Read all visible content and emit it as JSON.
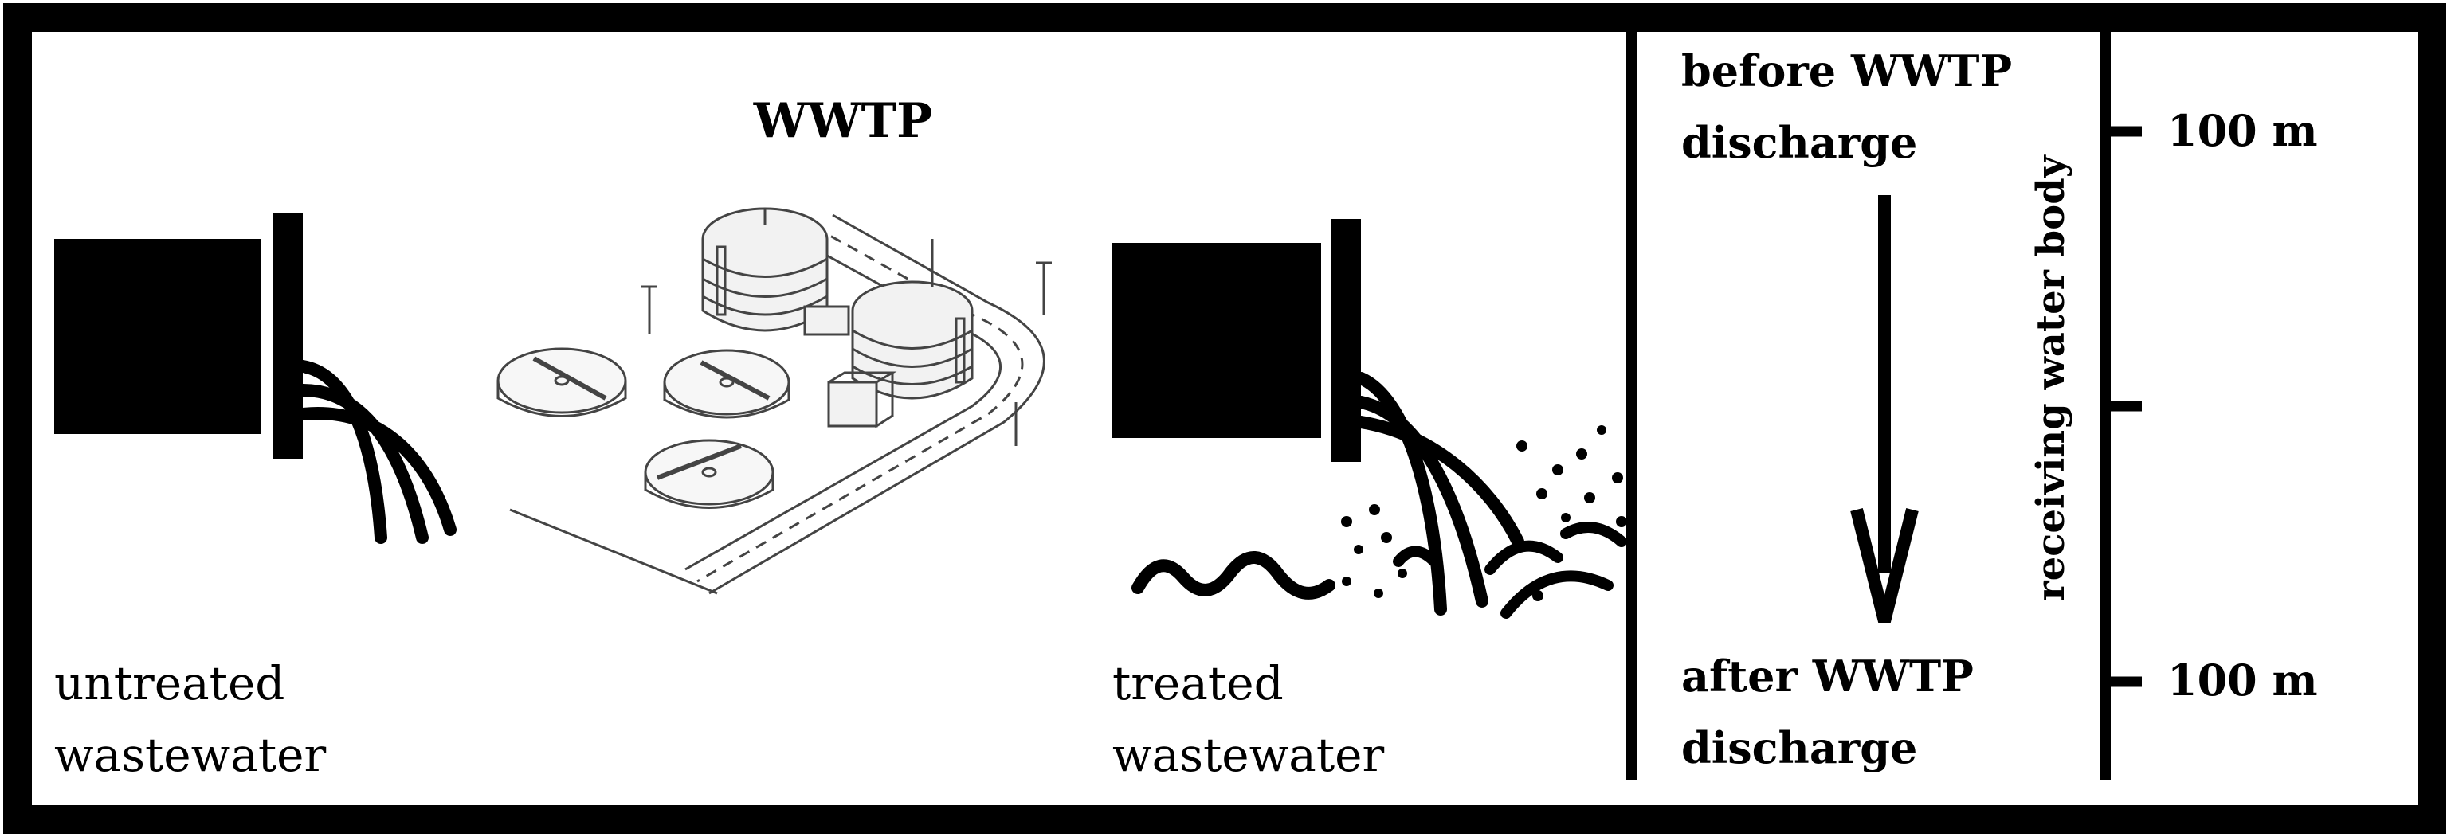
{
  "title": "WWTP",
  "labels": {
    "untreated_line1": "untreated",
    "untreated_line2": "wastewater",
    "treated_line1": "treated",
    "treated_line2": "wastewater",
    "before_line1": "before WWTP",
    "before_line2": "discharge",
    "after_line1": "after WWTP",
    "after_line2": "discharge",
    "river_label": "receiving water body",
    "distance_top": "100 m",
    "distance_bottom": "100 m"
  },
  "colors": {
    "ink": "#000000",
    "background": "#ffffff",
    "plant_line": "#444444",
    "plant_fill": "#f2f2f2"
  },
  "icons": {
    "inlet_pipe": "discharge-pipe-icon",
    "outlet_pipe": "discharge-pipe-icon",
    "plant": "treatment-plant-icon",
    "flow": "arrow-down-icon",
    "waves": "wave-icon"
  }
}
